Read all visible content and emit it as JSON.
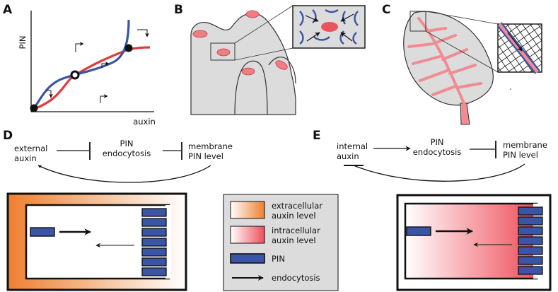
{
  "colors": {
    "pin": "#3a54a6",
    "auxin_red": "#e9535c",
    "cell_red": "#f07c84",
    "extracellular": "#ee7f2f",
    "tissue_gray": "#dcdcdc",
    "vein": "#f08c92"
  },
  "panels": {
    "a": "A",
    "b": "B",
    "c": "C",
    "d": "D",
    "e": "E"
  },
  "plot": {
    "ylabel": "PIN",
    "xlabel": "auxin"
  },
  "diagram_d": {
    "left": [
      "external",
      "auxin"
    ],
    "middle": [
      "PIN",
      "endocytosis"
    ],
    "right": [
      "membrane",
      "PIN level"
    ]
  },
  "diagram_e": {
    "left": [
      "internal",
      "auxin"
    ],
    "middle": [
      "PIN",
      "endocytosis"
    ],
    "right": [
      "membrane",
      "PIN level"
    ]
  },
  "legend": {
    "extracellular": [
      "extracellular",
      "auxin level"
    ],
    "intracellular": [
      "intracellular",
      "auxin level"
    ],
    "pin": "PIN",
    "endocytosis": "endocytosis"
  }
}
